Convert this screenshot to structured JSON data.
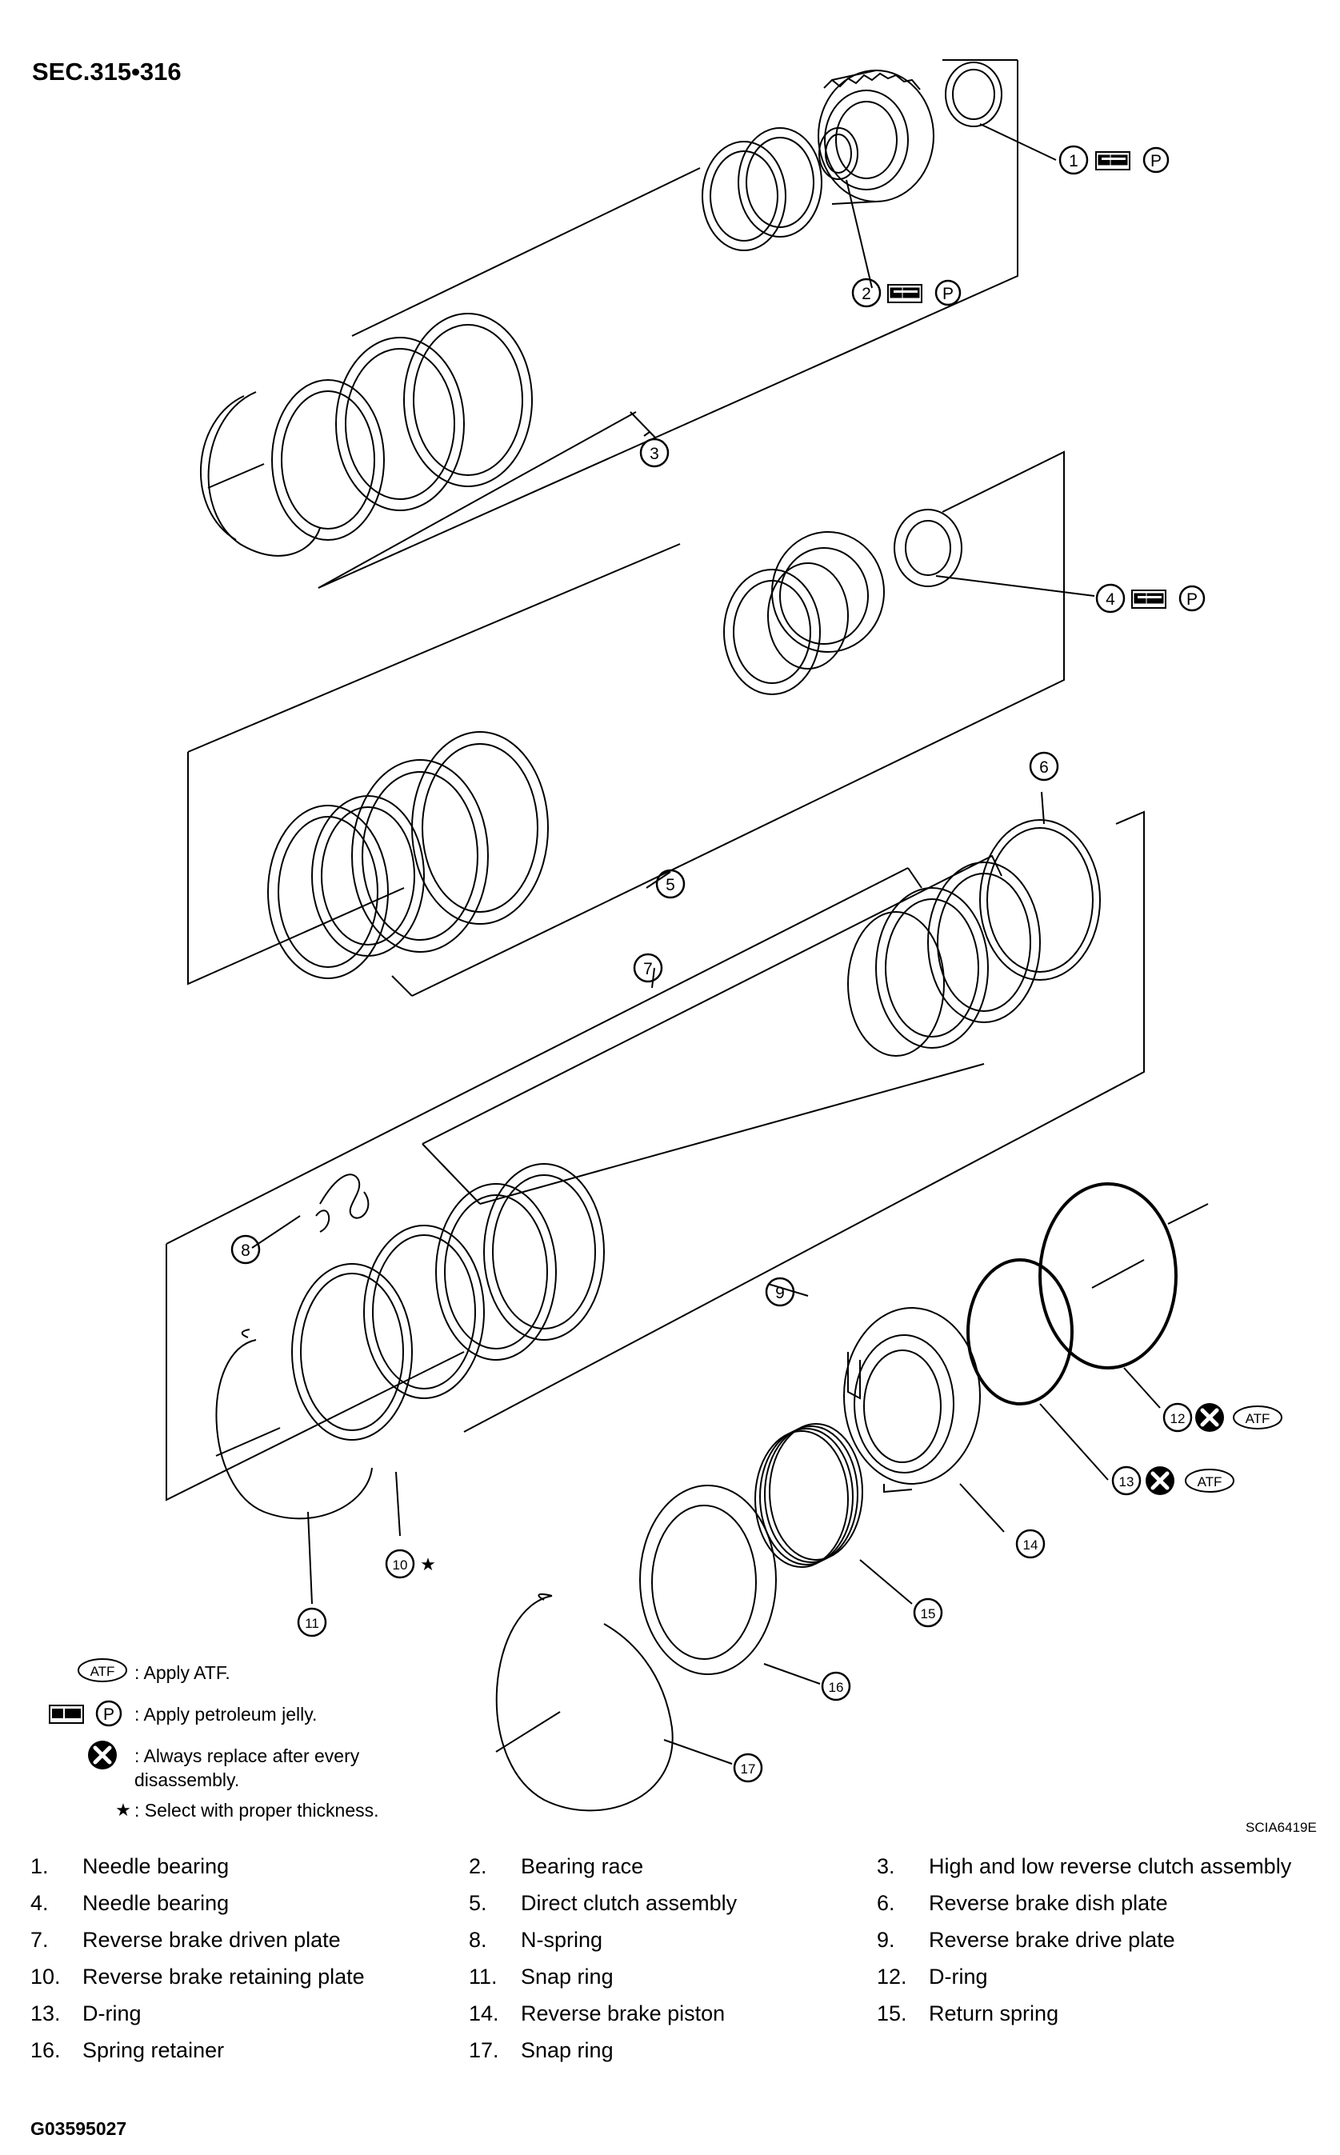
{
  "section_title": "SEC.315•316",
  "figure_id": "SCIA6419E",
  "document_id": "G03595027",
  "callouts": [
    {
      "num": "1",
      "symbols": [
        "jelly-tube-icon",
        "P"
      ]
    },
    {
      "num": "2",
      "symbols": [
        "jelly-tube-icon",
        "P"
      ]
    },
    {
      "num": "3",
      "symbols": []
    },
    {
      "num": "4",
      "symbols": [
        "jelly-tube-icon",
        "P"
      ]
    },
    {
      "num": "5",
      "symbols": []
    },
    {
      "num": "6",
      "symbols": []
    },
    {
      "num": "7",
      "symbols": []
    },
    {
      "num": "8",
      "symbols": []
    },
    {
      "num": "9",
      "symbols": []
    },
    {
      "num": "10",
      "symbols": [
        "star"
      ]
    },
    {
      "num": "11",
      "symbols": []
    },
    {
      "num": "12",
      "symbols": [
        "replace-x-icon",
        "ATF"
      ]
    },
    {
      "num": "13",
      "symbols": [
        "replace-x-icon",
        "ATF"
      ]
    },
    {
      "num": "14",
      "symbols": []
    },
    {
      "num": "15",
      "symbols": []
    },
    {
      "num": "16",
      "symbols": []
    },
    {
      "num": "17",
      "symbols": []
    }
  ],
  "symbols": {
    "atf_badge": "ATF",
    "petroleum_mark": "P",
    "star": "★"
  },
  "legend": [
    {
      "symbol": "ATF",
      "text": ": Apply ATF."
    },
    {
      "symbol": "jelly-tube-icon",
      "text": ": Apply petroleum jelly."
    },
    {
      "symbol": "replace-x-icon",
      "text": ": Always replace after every disassembly."
    },
    {
      "symbol": "star",
      "text": ": Select with proper thickness."
    }
  ],
  "parts": [
    {
      "num": "1.",
      "name": "Needle bearing"
    },
    {
      "num": "2.",
      "name": "Bearing race"
    },
    {
      "num": "3.",
      "name": "High and low reverse clutch assembly"
    },
    {
      "num": "4.",
      "name": "Needle bearing"
    },
    {
      "num": "5.",
      "name": "Direct clutch assembly"
    },
    {
      "num": "6.",
      "name": "Reverse brake dish plate"
    },
    {
      "num": "7.",
      "name": "Reverse brake driven plate"
    },
    {
      "num": "8.",
      "name": "N-spring"
    },
    {
      "num": "9.",
      "name": "Reverse brake drive plate"
    },
    {
      "num": "10.",
      "name": "Reverse brake retaining plate"
    },
    {
      "num": "11.",
      "name": "Snap ring"
    },
    {
      "num": "12.",
      "name": "D-ring"
    },
    {
      "num": "13.",
      "name": "D-ring"
    },
    {
      "num": "14.",
      "name": "Reverse brake piston"
    },
    {
      "num": "15.",
      "name": "Return spring"
    },
    {
      "num": "16.",
      "name": "Spring retainer"
    },
    {
      "num": "17.",
      "name": "Snap ring"
    }
  ]
}
